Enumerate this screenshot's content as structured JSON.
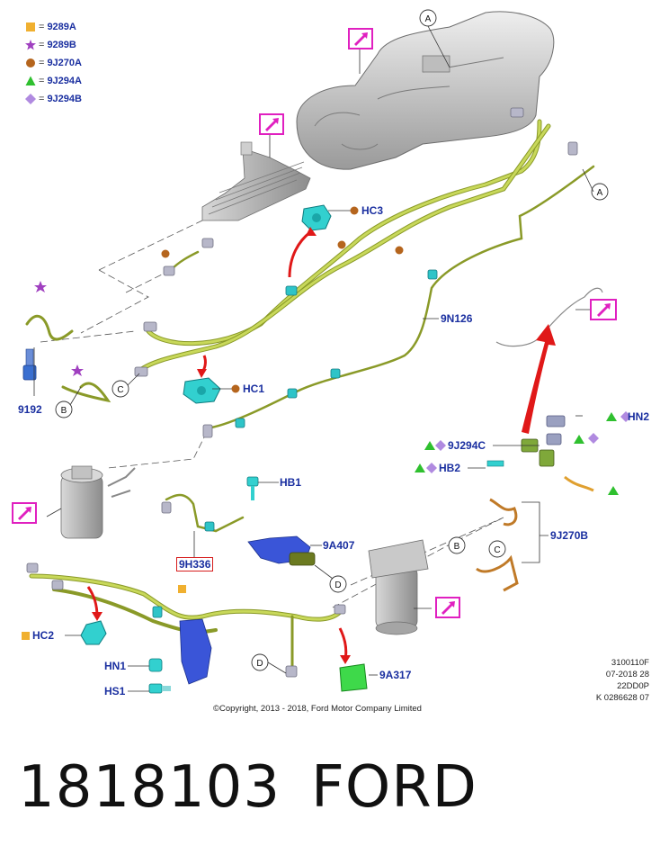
{
  "legend": [
    {
      "symbol": "orange-square",
      "color": "#f0b030",
      "code": "9289A"
    },
    {
      "symbol": "purple-star",
      "color": "#a040c0",
      "code": "9289B"
    },
    {
      "symbol": "brown-circle",
      "color": "#b5651d",
      "code": "9J270A"
    },
    {
      "symbol": "green-triangle",
      "color": "#2fc02f",
      "code": "9J294A"
    },
    {
      "symbol": "lavender-diamond",
      "color": "#b08ae0",
      "code": "9J294B"
    }
  ],
  "callouts": {
    "A": "A",
    "B": "B",
    "C": "C",
    "D": "D"
  },
  "labels": {
    "hc3": "HC3",
    "hc1": "HC1",
    "hc2": "HC2",
    "n9192": "9192",
    "n9n126": "9N126",
    "hn2": "HN2",
    "n9j294c": "9J294C",
    "hb2": "HB2",
    "hb1": "HB1",
    "n9a407": "9A407",
    "n9h336": "9H336",
    "n9j270b": "9J270B",
    "hn1": "HN1",
    "hs1": "HS1",
    "n9a317": "9A317"
  },
  "copyright": "©Copyright, 2013 - 2018, Ford Motor Company Limited",
  "reference": [
    "3100110F",
    "07-2018 28",
    "22DD0P",
    "K 0286628 07"
  ],
  "part_number": "1818103",
  "brand": "FORD",
  "colors": {
    "label_blue": "#1a2fa0",
    "hose_green": "#b9c94a",
    "clip_cyan": "#2ec4c8",
    "arrow_red": "#e01818",
    "magenta": "#e020c0"
  }
}
